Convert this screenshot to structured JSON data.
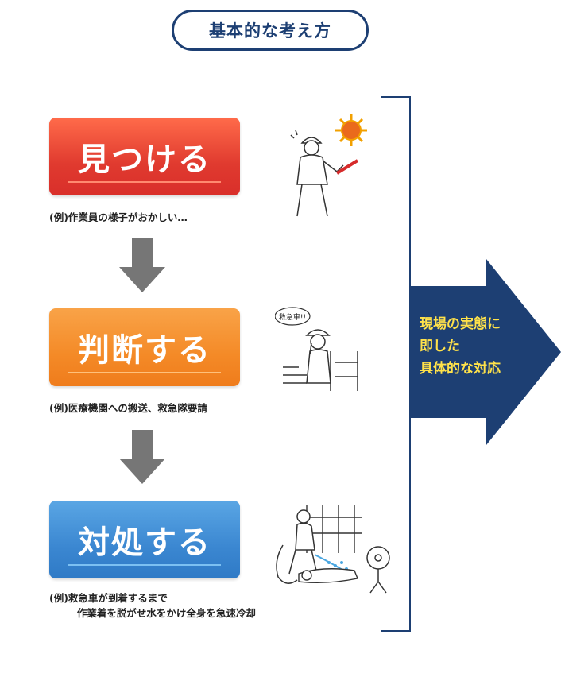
{
  "header": {
    "title": "基本的な考え方"
  },
  "steps": [
    {
      "label": "見つける",
      "example": "(例)作業員の様子がおかしい…"
    },
    {
      "label": "判断する",
      "example": "(例)医療機関への搬送、救急隊要請"
    },
    {
      "label": "対処する",
      "example": "(例)救急車が到着するまで\n        作業着を脱がせ水をかけ全身を急速冷却"
    }
  ],
  "side": {
    "text": "現場の実態に\n即した\n具体的な対応"
  },
  "illustrations": {
    "speech_bubble": "救急車!!"
  },
  "colors": {
    "navy": "#1d3f73",
    "step1": "#e03a2f",
    "step2": "#f48a27",
    "step3": "#3b87d1",
    "arrow_text": "#ffe24a",
    "down_arrow": "#767676"
  }
}
